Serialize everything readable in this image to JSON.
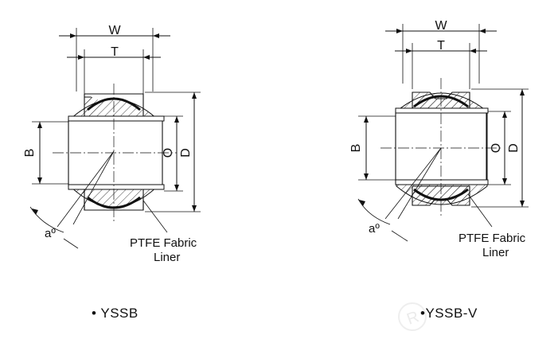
{
  "left_drawing": {
    "labels": {
      "W": "W",
      "T": "T",
      "B": "B",
      "O": "O",
      "D": "D",
      "angle": "aº",
      "liner_line1": "PTFE Fabric",
      "liner_line2": "Liner"
    },
    "caption": "• YSSB"
  },
  "right_drawing": {
    "labels": {
      "W": "W",
      "T": "T",
      "B": "B",
      "O": "O",
      "D": "D",
      "angle": "aº",
      "liner_line1": "PTFE Fabric",
      "liner_line2": "Liner"
    },
    "caption": "YSSB-V"
  },
  "watermark": "R"
}
